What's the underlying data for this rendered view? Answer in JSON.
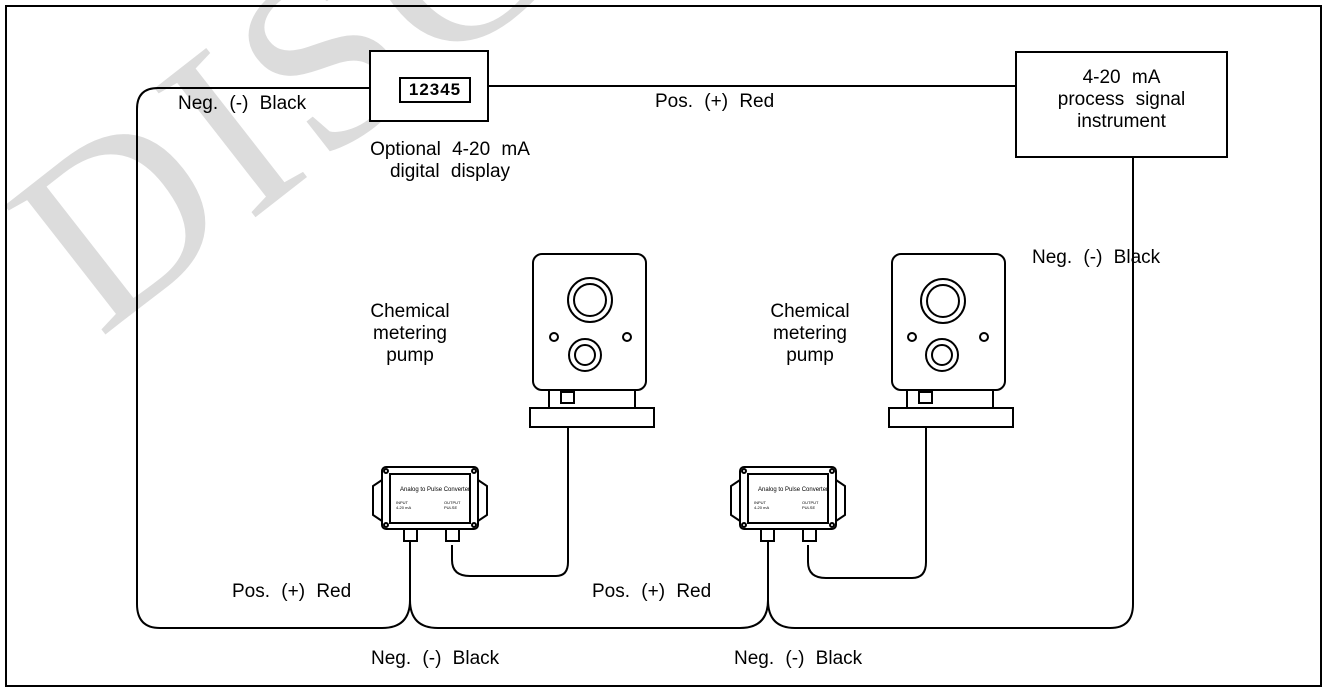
{
  "labels": {
    "neg_black_top_left": "Neg. (-) Black",
    "pos_red_top": "Pos. (+) Red",
    "display_caption": "Optional 4-20 mA\ndigital display",
    "instrument": "4-20 mA\nprocess signal\ninstrument",
    "neg_black_right": "Neg. (-) Black",
    "pump1": "Chemical\nmetering\npump",
    "pump2": "Chemical\nmetering\npump",
    "pos_red_bottom_left": "Pos. (+) Red",
    "pos_red_bottom_mid": "Pos. (+) Red",
    "neg_black_bottom_left": "Neg. (-) Black",
    "neg_black_bottom_right": "Neg. (-) Black"
  },
  "display_readout": "12345",
  "converter": {
    "title": "Analog to Pulse Converter",
    "input": "INPUT",
    "input_range": "4-20 mA",
    "output": "OUTPUT",
    "output_type": "PULSE"
  },
  "watermark": "DISCO",
  "colors": {
    "line": "#000000",
    "watermark": "#d6d6d6",
    "background": "#ffffff"
  }
}
